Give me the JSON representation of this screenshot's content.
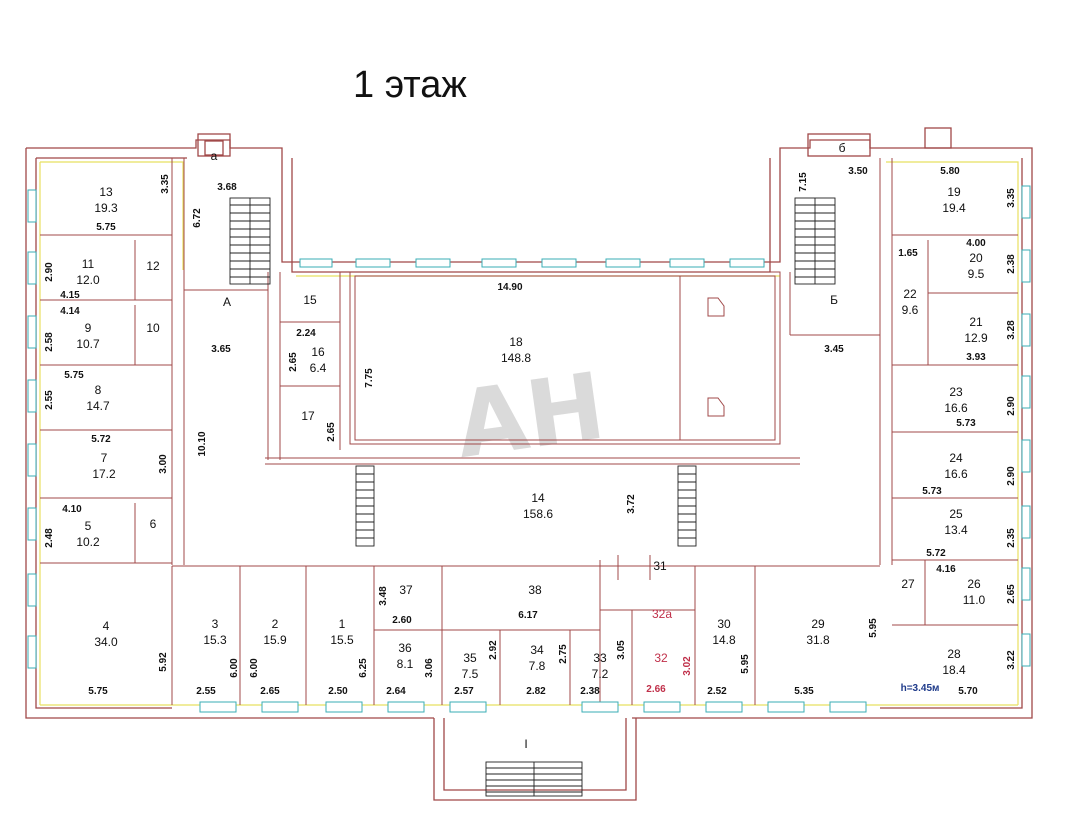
{
  "title": "1 этаж",
  "watermark": "АН",
  "height_note": "h=3.45м",
  "entrances": {
    "A": "А",
    "B": "Б",
    "main": "I",
    "a": "а",
    "b": "б"
  },
  "rooms": [
    {
      "id": "13",
      "area": "19.3"
    },
    {
      "id": "11",
      "area": "12.0"
    },
    {
      "id": "12",
      "area": ""
    },
    {
      "id": "9",
      "area": "10.7"
    },
    {
      "id": "10",
      "area": ""
    },
    {
      "id": "8",
      "area": "14.7"
    },
    {
      "id": "7",
      "area": "17.2"
    },
    {
      "id": "5",
      "area": "10.2"
    },
    {
      "id": "6",
      "area": ""
    },
    {
      "id": "4",
      "area": "34.0"
    },
    {
      "id": "3",
      "area": "15.3"
    },
    {
      "id": "2",
      "area": "15.9"
    },
    {
      "id": "1",
      "area": "15.5"
    },
    {
      "id": "15",
      "area": ""
    },
    {
      "id": "16",
      "area": "6.4"
    },
    {
      "id": "17",
      "area": ""
    },
    {
      "id": "18",
      "area": "148.8"
    },
    {
      "id": "14",
      "area": "158.6"
    },
    {
      "id": "37",
      "area": ""
    },
    {
      "id": "36",
      "area": "8.1"
    },
    {
      "id": "38",
      "area": ""
    },
    {
      "id": "35",
      "area": "7.5"
    },
    {
      "id": "34",
      "area": "7.8"
    },
    {
      "id": "33",
      "area": "7.2"
    },
    {
      "id": "31",
      "area": ""
    },
    {
      "id": "32а",
      "area": ""
    },
    {
      "id": "32",
      "area": ""
    },
    {
      "id": "30",
      "area": "14.8"
    },
    {
      "id": "29",
      "area": "31.8"
    },
    {
      "id": "19",
      "area": "19.4"
    },
    {
      "id": "20",
      "area": "9.5"
    },
    {
      "id": "22",
      "area": "9.6"
    },
    {
      "id": "21",
      "area": "12.9"
    },
    {
      "id": "23",
      "area": "16.6"
    },
    {
      "id": "24",
      "area": "16.6"
    },
    {
      "id": "25",
      "area": "13.4"
    },
    {
      "id": "27",
      "area": ""
    },
    {
      "id": "26",
      "area": "11.0"
    },
    {
      "id": "28",
      "area": "18.4"
    }
  ],
  "dimensions": [
    "3.35",
    "5.75",
    "3.68",
    "6.72",
    "2.90",
    "4.15",
    "4.14",
    "2.58",
    "3.65",
    "5.75",
    "2.55",
    "5.72",
    "10.10",
    "3.00",
    "4.10",
    "2.48",
    "5.75",
    "5.92",
    "2.55",
    "6.00",
    "2.65",
    "6.00",
    "2.50",
    "6.25",
    "2.24",
    "2.65",
    "2.65",
    "7.75",
    "14.90",
    "3.72",
    "3.48",
    "2.60",
    "3.06",
    "2.64",
    "2.92",
    "2.57",
    "2.75",
    "2.82",
    "3.05",
    "2.38",
    "3.02",
    "2.66",
    "6.17",
    "5.95",
    "2.52",
    "5.35",
    "5.95",
    "7.15",
    "3.50",
    "5.80",
    "3.35",
    "1.65",
    "4.00",
    "2.38",
    "3.45",
    "3.28",
    "3.93",
    "2.90",
    "5.73",
    "2.90",
    "5.73",
    "2.35",
    "5.72",
    "4.16",
    "2.65",
    "3.22",
    "5.70"
  ],
  "colors": {
    "walls": "#a04848",
    "inner_line": "#e8e060",
    "windows": "#3aaeb6",
    "accent_red": "#c0304a",
    "accent_blue": "#1e3a8a"
  }
}
